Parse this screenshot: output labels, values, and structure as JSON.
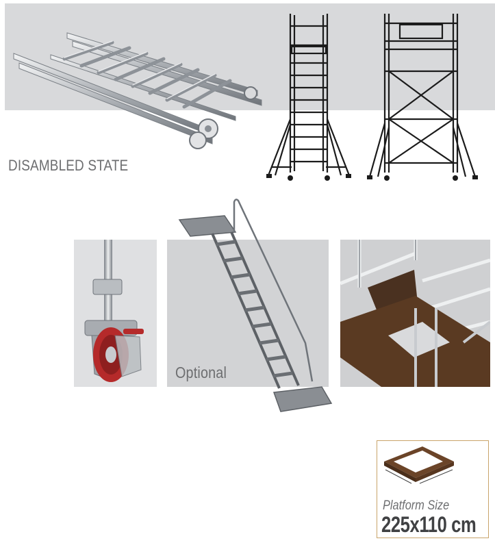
{
  "labels": {
    "disassembled_state": "DISAMBLED STATE",
    "optional": "Optional"
  },
  "platform": {
    "caption": "Platform Size",
    "size": "225x110 cm"
  },
  "colors": {
    "gray_band": "#d8d9db",
    "label_gray": "#6d6e70",
    "box_border": "#c9a36a",
    "platform_brown": "#5a3a22",
    "wheel_red": "#b52a2a"
  },
  "icons": [
    "disassembled-scaffold-image",
    "scaffold-front-drawing",
    "scaffold-side-drawing",
    "caster-wheel-image",
    "stair-image",
    "hatch-platform-image",
    "platform-frame-icon"
  ]
}
